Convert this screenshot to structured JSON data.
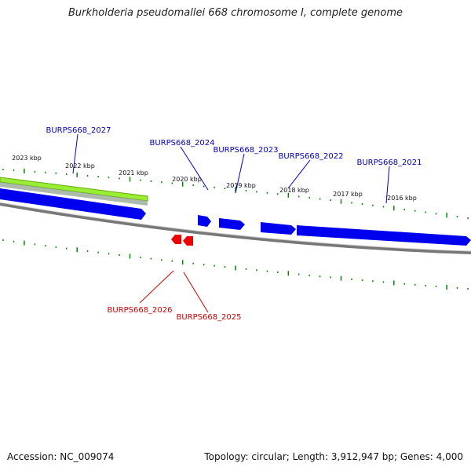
{
  "title": "Burkholderia pseudomallei 668 chromosome I, complete genome",
  "accession_text": "Accession: NC_009074",
  "summary_text": "Topology: circular; Length: 3,912,947 bp; Genes: 4,000",
  "colors": {
    "forward_gene": "#0000ee",
    "reverse_gene": "#ee0000",
    "forward_label": "#0000bb",
    "reverse_label": "#cc0000",
    "backbone": "#8a8a8a",
    "tick": "#008800",
    "highlight": "#99ee33"
  },
  "scale_labels": [
    "2023 kbp",
    "2022 kbp",
    "2021 kbp",
    "2020 kbp",
    "2019 kbp",
    "2018 kbp",
    "2017 kbp",
    "2016 kbp"
  ],
  "forward_genes": [
    {
      "label": "BURPS668_2027",
      "strand": "+"
    },
    {
      "label": "BURPS668_2024",
      "strand": "+"
    },
    {
      "label": "BURPS668_2023",
      "strand": "+"
    },
    {
      "label": "BURPS668_2022",
      "strand": "+"
    },
    {
      "label": "BURPS668_2021",
      "strand": "+"
    }
  ],
  "reverse_genes": [
    {
      "label": "BURPS668_2026",
      "strand": "-"
    },
    {
      "label": "BURPS668_2025",
      "strand": "-"
    }
  ]
}
